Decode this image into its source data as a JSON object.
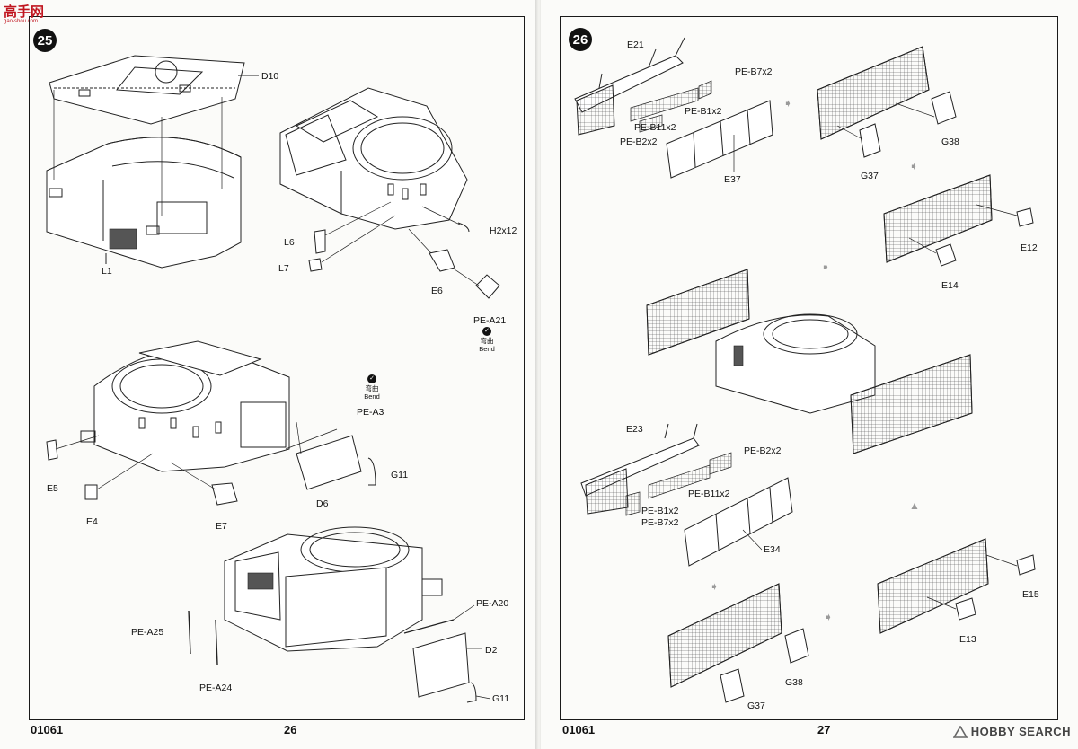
{
  "watermark": {
    "chars": "高手网",
    "url": "gao-shou.com"
  },
  "left_page": {
    "step": "25",
    "footer_code": "01061",
    "page_number": "26",
    "labels": {
      "d10": "D10",
      "l1": "L1",
      "l6": "L6",
      "l7": "L7",
      "h2x12": "H2x12",
      "e6": "E6",
      "pe_a21": "PE-A21",
      "pe_a3": "PE-A3",
      "g11a": "G11",
      "d6": "D6",
      "e5": "E5",
      "e4": "E4",
      "e7": "E7",
      "pe_a20": "PE-A20",
      "d2": "D2",
      "pe_a25": "PE-A25",
      "pe_a24": "PE-A24",
      "g11b": "G11"
    },
    "bend_cn": "弯曲",
    "bend_en": "Bend"
  },
  "right_page": {
    "step": "26",
    "footer_code": "01061",
    "page_number": "27",
    "labels": {
      "e21": "E21",
      "pe_b7x2a": "PE-B7x2",
      "pe_b1x2a": "PE-B1x2",
      "pe_b11x2a": "PE-B11x2",
      "pe_b2x2a": "PE-B2x2",
      "e37": "E37",
      "g38a": "G38",
      "g37a": "G37",
      "e12": "E12",
      "e14": "E14",
      "e23": "E23",
      "pe_b2x2b": "PE-B2x2",
      "pe_b11x2b": "PE-B11x2",
      "pe_b1x2b": "PE-B1x2",
      "pe_b7x2b": "PE-B7x2",
      "e34": "E34",
      "e15": "E15",
      "e13": "E13",
      "g38b": "G38",
      "g37b": "G37"
    }
  },
  "hobby_search": {
    "brand": "HOBBY SEARCH"
  }
}
